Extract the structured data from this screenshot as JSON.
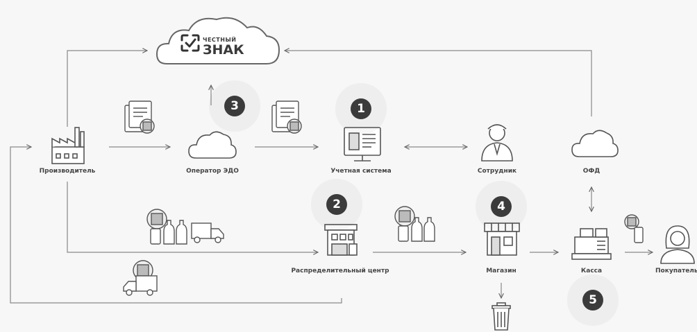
{
  "logo": {
    "small": "ЧЕСТНЫЙ",
    "big": "ЗНАК"
  },
  "nodes": {
    "producer": "Производитель",
    "edo_operator": "Оператор ЭДО",
    "accounting_system": "Учетная система",
    "employee": "Сотрудник",
    "ofd": "ОФД",
    "distribution_center": "Распределительный центр",
    "store": "Магазин",
    "cashier": "Касса",
    "buyer": "Покупатель"
  },
  "badges": {
    "b1": "1",
    "b2": "2",
    "b3": "3",
    "b4": "4",
    "b5": "5"
  }
}
